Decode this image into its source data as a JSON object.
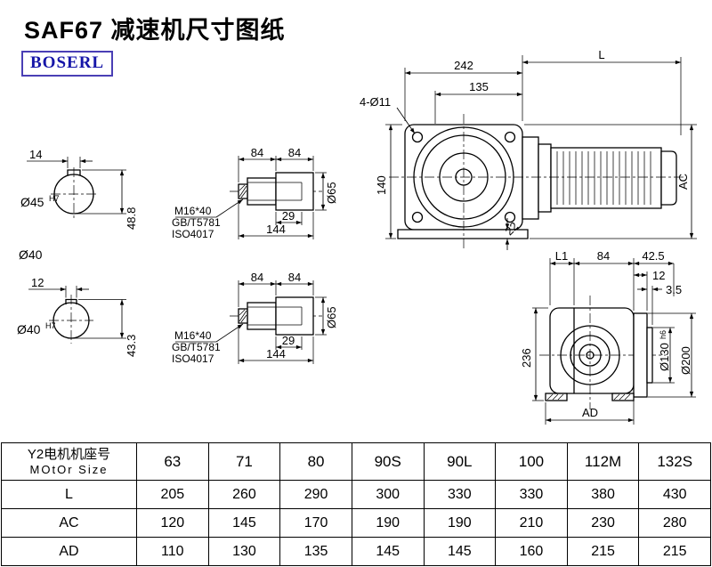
{
  "header": {
    "title": "SAF67 减速机尺寸图纸",
    "logo": "BOSERL"
  },
  "colors": {
    "logo_text": "#1616A8",
    "logo_border": "#4A3FB5",
    "line": "#000000"
  },
  "views": {
    "front": {
      "dim_242": "242",
      "dim_L": "L",
      "dim_135": "135",
      "holes": "4-Ø11",
      "dim_140": "140",
      "dim_22": "22",
      "dim_AC": "AC"
    },
    "shaft_end_top": {
      "dim_14": "14",
      "bore": "Ø45",
      "bore_tol": "H7",
      "height": "48.8"
    },
    "label_d40": "Ø40",
    "shaft_end_bottom": {
      "dim_12": "12",
      "bore": "Ø40",
      "bore_tol": "H7",
      "height": "43.3"
    },
    "shaft_side": {
      "dim_84_1": "84",
      "dim_84_2": "84",
      "dim_29": "29",
      "dim_144": "144",
      "dia": "Ø65",
      "bolt": "M16*40",
      "std_gb": "GB/T5781",
      "std_iso": "ISO4017"
    },
    "side": {
      "dim_L1": "L1",
      "dim_84": "84",
      "dim_42_5": "42.5",
      "dim_12": "12",
      "dim_3_5": "3.5",
      "dim_236": "236",
      "dia_130": "Ø130",
      "dia_130_tol": "h6",
      "dia_200": "Ø200",
      "dim_AD": "AD"
    }
  },
  "table": {
    "header_cn": "Y2电机机座号",
    "header_en": "MOtOr Size",
    "sizes": [
      "63",
      "71",
      "80",
      "90S",
      "90L",
      "100",
      "112M",
      "132S"
    ],
    "rows": [
      {
        "label": "L",
        "values": [
          "205",
          "260",
          "290",
          "300",
          "330",
          "330",
          "380",
          "430"
        ]
      },
      {
        "label": "AC",
        "values": [
          "120",
          "145",
          "170",
          "190",
          "190",
          "210",
          "230",
          "280"
        ]
      },
      {
        "label": "AD",
        "values": [
          "110",
          "130",
          "135",
          "145",
          "145",
          "160",
          "215",
          "215"
        ]
      }
    ]
  }
}
